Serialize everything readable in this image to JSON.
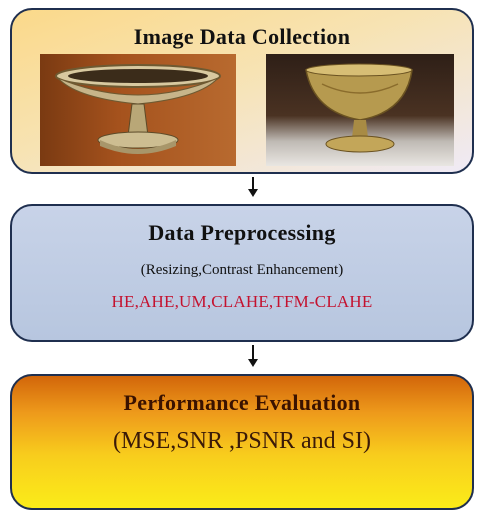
{
  "boxes": {
    "collection": {
      "title": "Image Data Collection",
      "images": [
        {
          "depicts": "metal-footed-bowl-photo"
        },
        {
          "depicts": "brass-goblet-photo"
        }
      ]
    },
    "preprocessing": {
      "title": "Data Preprocessing",
      "subtitle": "(Resizing,Contrast Enhancement)",
      "methods": "HE,AHE,UM,CLAHE,TFM-CLAHE"
    },
    "evaluation": {
      "title": "Performance Evaluation",
      "metrics": "(MSE,SNR ,PSNR and SI)"
    }
  },
  "colors": {
    "border": "#1f2f4f",
    "methods_text": "#c4122f",
    "collection_fill": "#fbd98a",
    "preprocessing_fill": "#c8d3e8",
    "evaluation_fill_top": "#d2660a",
    "evaluation_fill_bottom": "#fbec19"
  }
}
